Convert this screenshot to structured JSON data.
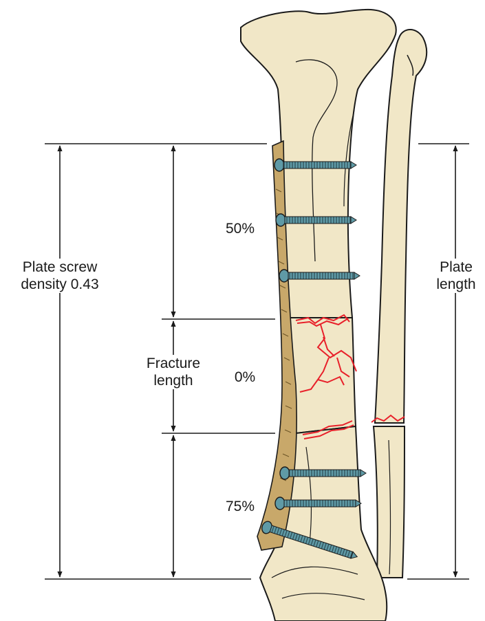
{
  "labels": {
    "plate_screw_density_line1": "Plate screw",
    "plate_screw_density_line2": "density 0.43",
    "fracture_length_line1": "Fracture",
    "fracture_length_line2": "length",
    "plate_length_line1": "Plate",
    "plate_length_line2": "length",
    "upper_segment_pct": "50%",
    "fracture_segment_pct": "0%",
    "lower_segment_pct": "75%"
  },
  "colors": {
    "bone_fill": "#f1e7c7",
    "bone_outline": "#1a1a1a",
    "plate_fill": "#c8a86a",
    "screw_fill": "#5f9aa6",
    "fracture_line": "#e8202a",
    "dimension_line": "#1a1a1a"
  },
  "icons": {
    "screw": "bone-screw-icon",
    "plate": "bone-plate-icon"
  }
}
